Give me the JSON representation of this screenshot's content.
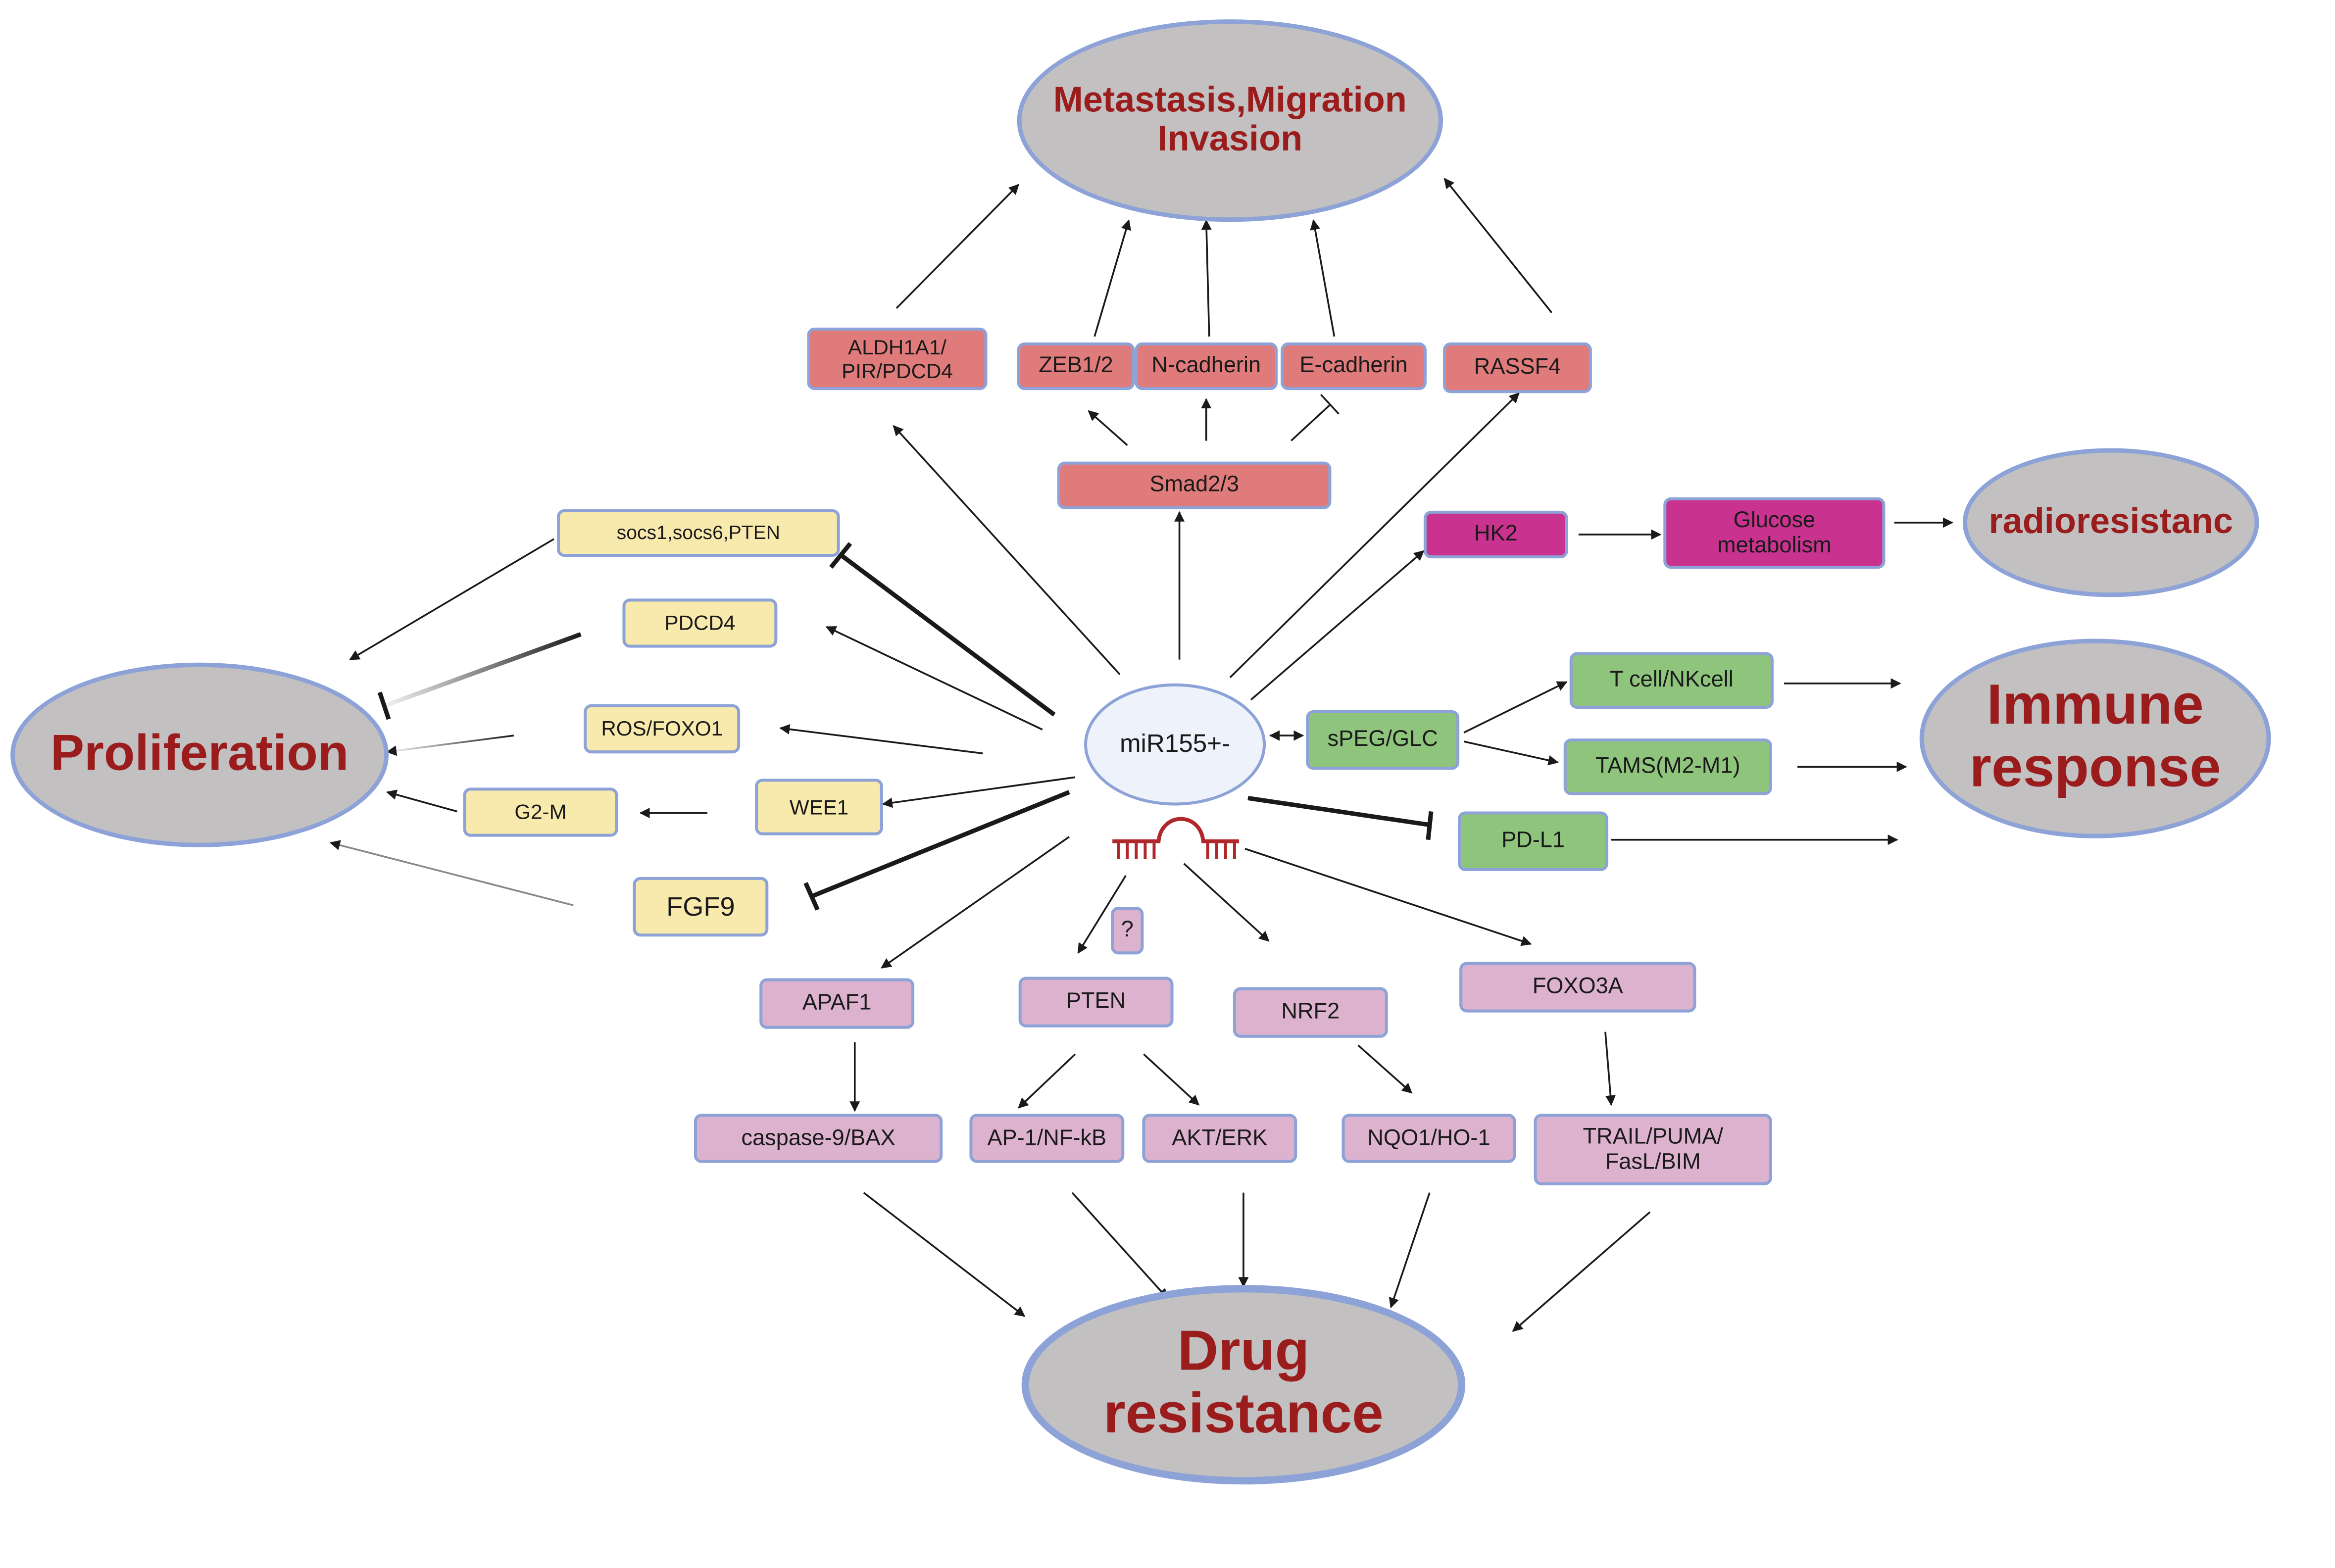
{
  "diagram": {
    "center": "miR155+-",
    "outcomes": {
      "metastasis": "Metastasis,Migration Invasion",
      "proliferation": "Proliferation",
      "radioresistance": "radioresistanc",
      "immune": "Immune response",
      "drug": "Drug resistance"
    },
    "metastasis_nodes": {
      "aldh": "ALDH1A1/ PIR/PDCD4",
      "zeb": "ZEB1/2",
      "ncad": "N-cadherin",
      "ecad": "E-cadherin",
      "rassf": "RASSF4",
      "smad": "Smad2/3"
    },
    "glycolysis_nodes": {
      "hk2": "HK2",
      "glucose": "Glucose metabolism"
    },
    "immune_nodes": {
      "speg": "sPEG/GLC",
      "tcell": "T cell/NKcell",
      "tams": "TAMS(M2-M1)",
      "pdl1": "PD-L1"
    },
    "proliferation_nodes": {
      "socs": "socs1,socs6,PTEN",
      "pdcd4": "PDCD4",
      "ros": "ROS/FOXO1",
      "wee1": "WEE1",
      "g2m": "G2-M",
      "fgf9": "FGF9"
    },
    "drug_nodes": {
      "apaf": "APAF1",
      "unknown": "?",
      "pten": "PTEN",
      "nrf2": "NRF2",
      "foxo3a": "FOXO3A",
      "casp": "caspase-9/BAX",
      "ap1": "AP-1/NF-kB",
      "akt": "AKT/ERK",
      "nqo1": "NQO1/HO-1",
      "trail": "TRAIL/PUMA/ FasL/BIM"
    },
    "colors": {
      "red_box": "#e07b7b",
      "yellow_box": "#f8e9ac",
      "green_box": "#8fc47c",
      "pink_box": "#ddb2cf",
      "magenta_box": "#c9328f",
      "outcome_fill": "#c2c0c0",
      "outcome_text": "#9b1c1c",
      "border": "#8da2d6",
      "mirna_icon": "#b0282b"
    }
  }
}
